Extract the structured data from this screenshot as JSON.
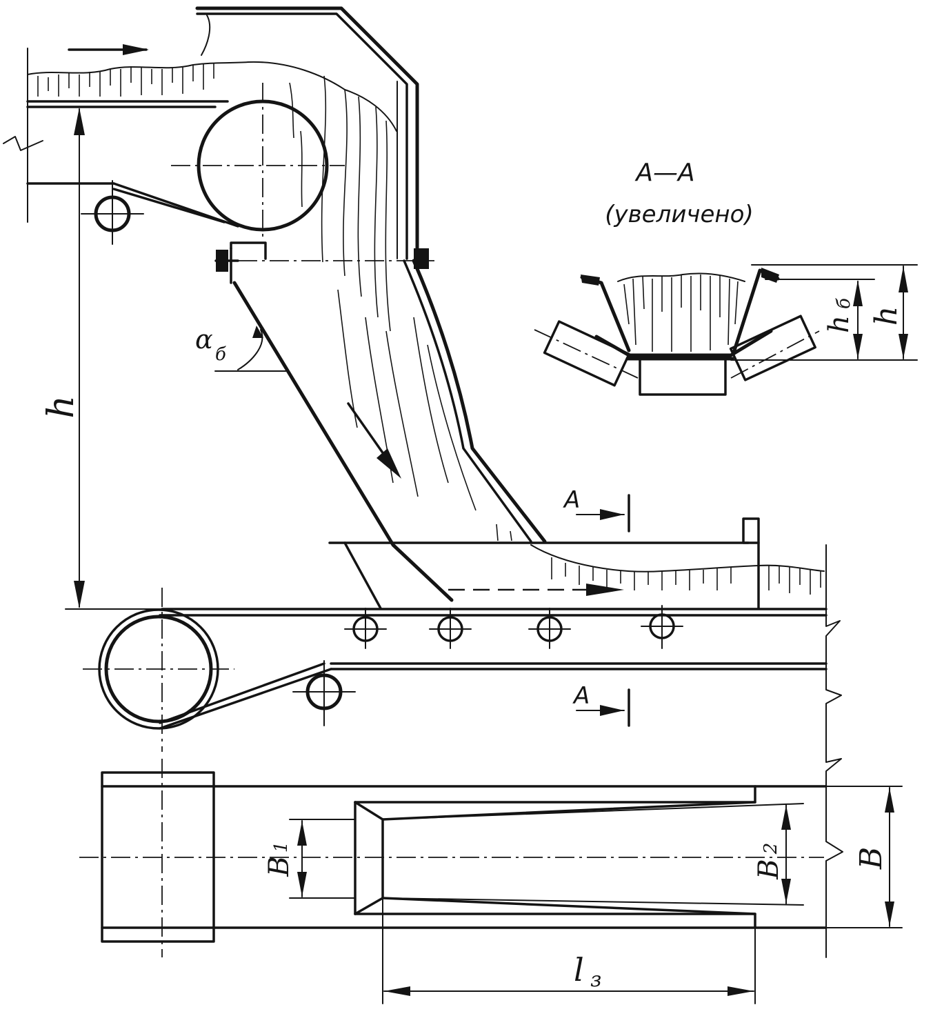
{
  "section_view": {
    "title": "А—А",
    "subtitle": "(увеличено)"
  },
  "labels": {
    "drop_height": "h",
    "trough_angle": "α",
    "trough_angle_sub": "б",
    "section_height": "h",
    "section_material_height": "h",
    "section_material_height_sub": "б",
    "section_mark_upper": "А",
    "section_mark_lower": "А",
    "inlet_width": "B",
    "inlet_width_sub": "1",
    "outlet_width": "B",
    "outlet_width_sub": "2",
    "belt_width": "B",
    "chute_length": "l",
    "chute_length_sub": "з"
  },
  "colors": {
    "ink": "#141414",
    "paper": "#ffffff"
  }
}
